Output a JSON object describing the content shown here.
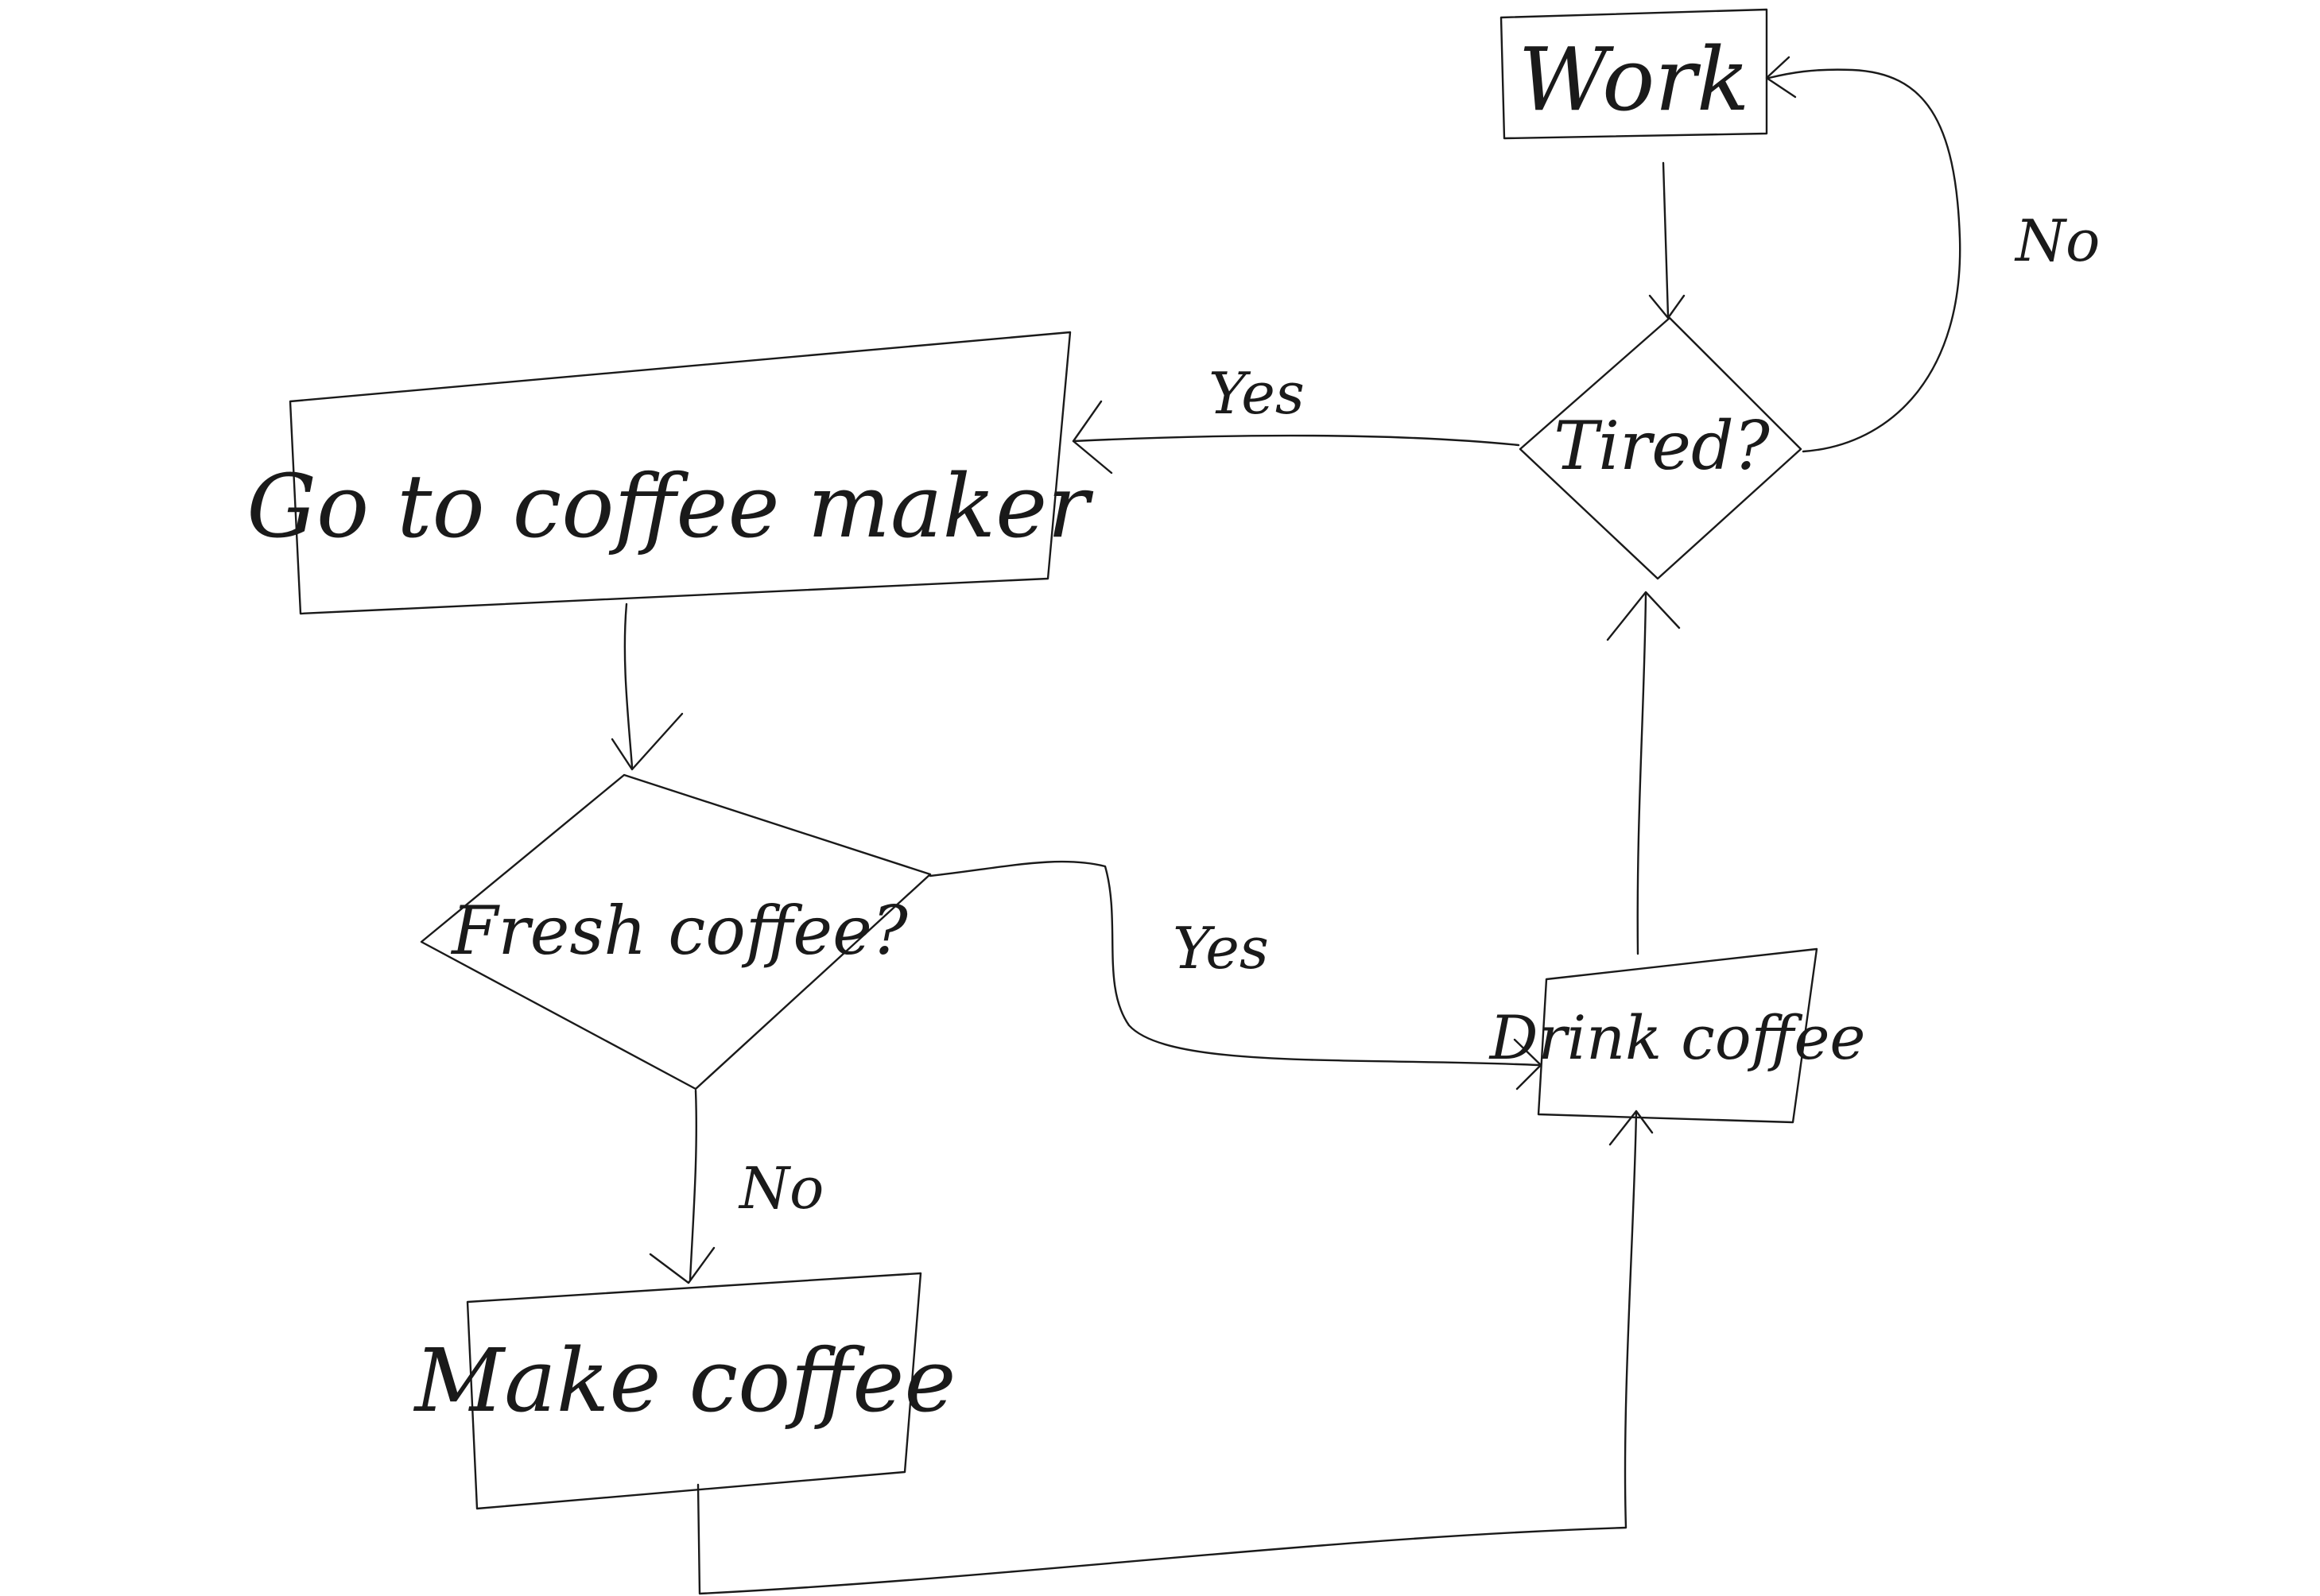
{
  "flowchart": {
    "nodes": {
      "work": {
        "label": "Work",
        "shape": "rectangle"
      },
      "tired": {
        "label": "Tired?",
        "shape": "diamond"
      },
      "go_to_coffee_maker": {
        "label": "Go to coffee maker",
        "shape": "rectangle"
      },
      "fresh_coffee": {
        "label": "Fresh coffee?",
        "shape": "diamond"
      },
      "make_coffee": {
        "label": "Make coffee",
        "shape": "rectangle"
      },
      "drink_coffee": {
        "label": "Drink coffee",
        "shape": "rectangle"
      }
    },
    "edges": {
      "work_to_tired": {
        "from": "Work",
        "to": "Tired?",
        "label": ""
      },
      "tired_no": {
        "from": "Tired?",
        "to": "Work",
        "label": "No"
      },
      "tired_yes": {
        "from": "Tired?",
        "to": "Go to coffee maker",
        "label": "Yes"
      },
      "maker_to_fresh": {
        "from": "Go to coffee maker",
        "to": "Fresh coffee?",
        "label": ""
      },
      "fresh_yes": {
        "from": "Fresh coffee?",
        "to": "Drink coffee",
        "label": "Yes"
      },
      "fresh_no": {
        "from": "Fresh coffee?",
        "to": "Make coffee",
        "label": "No"
      },
      "make_to_drink": {
        "from": "Make coffee",
        "to": "Drink coffee",
        "label": ""
      },
      "drink_to_tired": {
        "from": "Drink coffee",
        "to": "Tired?",
        "label": ""
      }
    }
  },
  "style": {
    "ink_color": "#1a1a1a",
    "background": "#ffffff"
  }
}
